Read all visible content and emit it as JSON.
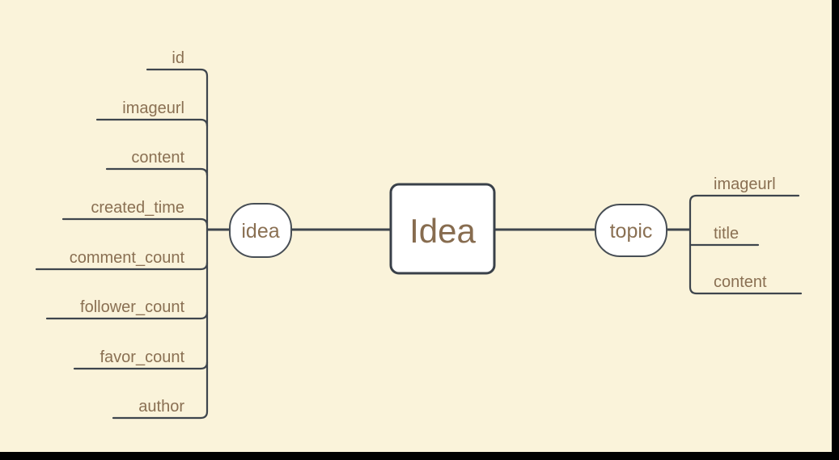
{
  "diagram": {
    "root": {
      "label": "Idea"
    },
    "left_branch": {
      "label": "idea",
      "attributes": [
        "id",
        "imageurl",
        "content",
        "created_time",
        "comment_count",
        "follower_count",
        "favor_count",
        "author"
      ]
    },
    "right_branch": {
      "label": "topic",
      "attributes": [
        "imageurl",
        "title",
        "content"
      ]
    }
  },
  "colors": {
    "canvas_background": "#faf3da",
    "line": "#3e454d",
    "node_border": "#474e55",
    "node_fill": "#ffffff",
    "label_text": "#8a7053",
    "screen_edge": "#000000"
  }
}
